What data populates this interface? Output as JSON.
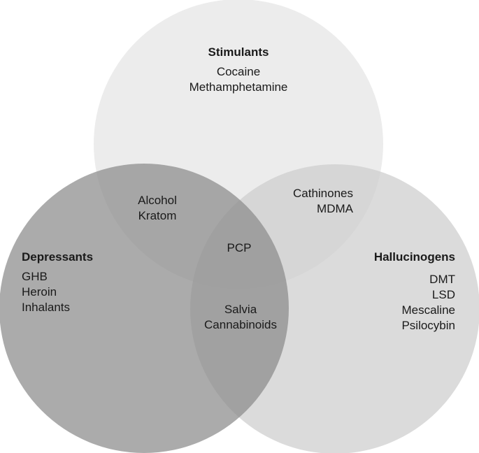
{
  "diagram": {
    "sets": {
      "stimulants": {
        "title": "Stimulants",
        "items": [
          "Cocaine",
          "Methamphetamine"
        ],
        "color": "#ececec"
      },
      "depressants": {
        "title": "Depressants",
        "items": [
          "GHB",
          "Heroin",
          "Inhalants"
        ],
        "color": "#a8a8a8"
      },
      "hallucinogens": {
        "title": "Hallucinogens",
        "items": [
          "DMT",
          "LSD",
          "Mescaline",
          "Psilocybin"
        ],
        "color": "#d9d9d9"
      }
    },
    "overlaps": {
      "stimulants_depressants": [
        "Alcohol",
        "Kratom"
      ],
      "stimulants_hallucinogens": [
        "Cathinones",
        "MDMA"
      ],
      "depressants_hallucinogens": [
        "Salvia",
        "Cannabinoids"
      ],
      "all_three": [
        "PCP"
      ]
    }
  }
}
